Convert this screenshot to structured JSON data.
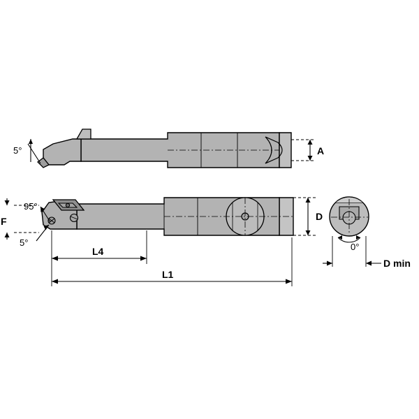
{
  "figure": {
    "title": "Boring bar technical drawing",
    "background": "#ffffff",
    "line_color": "#000000",
    "body_fill": "#b3b3b3",
    "body_fill_light": "#c9c9c9",
    "body_fill_dark": "#9a9a9a",
    "insert_fill": "#8f8f8f"
  },
  "labels": {
    "angle_top_left": "5°",
    "dim_a": "A",
    "angle_lead": "95°",
    "dim_f": "F",
    "angle_clearance": "5°",
    "dim_l4": "L4",
    "dim_l1": "L1",
    "dim_d": "D",
    "angle_zero": "0°",
    "dim_dmin": "D min"
  }
}
